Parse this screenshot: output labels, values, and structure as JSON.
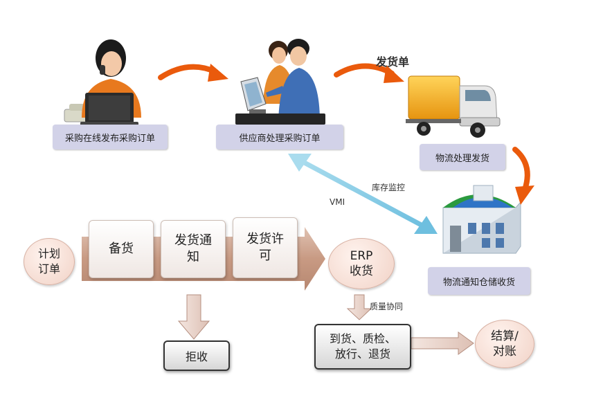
{
  "top_flow": {
    "step1_label": "采购在线发布采购订单",
    "step2_label": "供应商处理采购订单",
    "delivery_note_label": "发货单",
    "step3_label": "物流处理发货",
    "step4_label": "物流通知仓储收货"
  },
  "vmi": {
    "left_label": "VMI",
    "right_label": "库存监控"
  },
  "process": {
    "plan_order": "计划\n订单",
    "cards": [
      "备货",
      "发货通\n知",
      "发货许\n可"
    ],
    "erp_receive": "ERP\n收货",
    "reject": "拒收",
    "quality_label": "质量协同",
    "arrival_box": "到货、质检、\n放行、退货",
    "settlement": "结算/\n对账"
  },
  "colors": {
    "orange_arrow": "#ea5a0c",
    "label_bg": "#d2d2e8",
    "band": "#c9a08a",
    "vmi_arrow": "#8ecfe6",
    "truck_cargo": "#f5a81c"
  }
}
